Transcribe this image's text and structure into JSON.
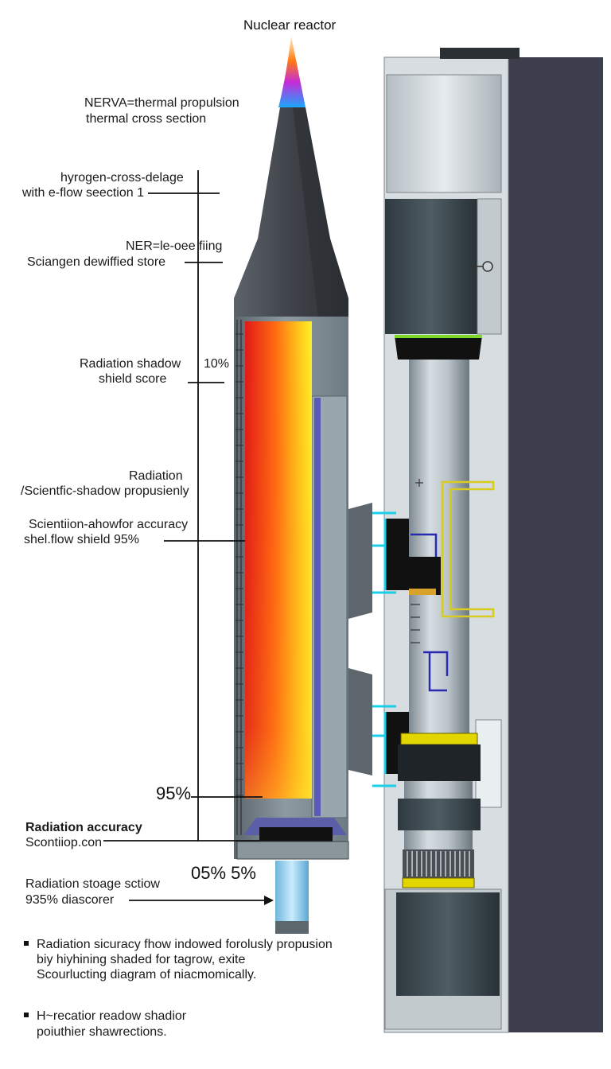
{
  "diagram": {
    "title": "Nuclear reactor",
    "labels": {
      "nerva_line1": "NERVA=thermal propulsion",
      "nerva_line2": "thermal cross section",
      "hydrogen_line1": "hyrogen-cross-delage",
      "hydrogen_line2": "with e-flow seection 1",
      "ner_line1": "NER=le-oee fiing",
      "ner_line2": "Sciangen dewiffied store",
      "radshadow_line1": "Radiation shadow",
      "radshadow_line2": "shield score",
      "pct_10": "10%",
      "radiation_line1": "Radiation",
      "radiation_line2": "/Scientfic-shadow propusienly",
      "scient_line1": "Scientiion-ahowfor accuracy",
      "scient_line2": "shel.flow shield 95%",
      "pct_95": "95%",
      "accuracy_line1": "Radiation accuracy",
      "accuracy_line2": "Scontiiop.con",
      "pct_05": "05% 5%",
      "storage_line1": "Radiation stoage sctiow",
      "storage_line2": "935% diascorer"
    },
    "notes": [
      {
        "line1": "Radiation sicuracy fhow indowed forolusly propusion",
        "line2": "biy hiyhining shaded for tagrow, exite",
        "line3": "Scourlucting diagram of niacmomically."
      },
      {
        "line1": "H~recatior readow shadior",
        "line2": "poiuthier shawrections."
      }
    ]
  },
  "colors": {
    "core_hot": "#e8231a",
    "core_mid": "#ff8a10",
    "core_cool": "#ffee22",
    "shell": "#7f8c93",
    "nose": "#3f4349",
    "flame_top": "#ff9a1a",
    "flame_mid": "#c52bd8",
    "flame_bottom": "#1aa8ff",
    "wall": "#3c3f4b",
    "accent_yellow": "#e3d500",
    "accent_cyan": "#1ad0e8",
    "accent_blue": "#2a2ab0"
  }
}
